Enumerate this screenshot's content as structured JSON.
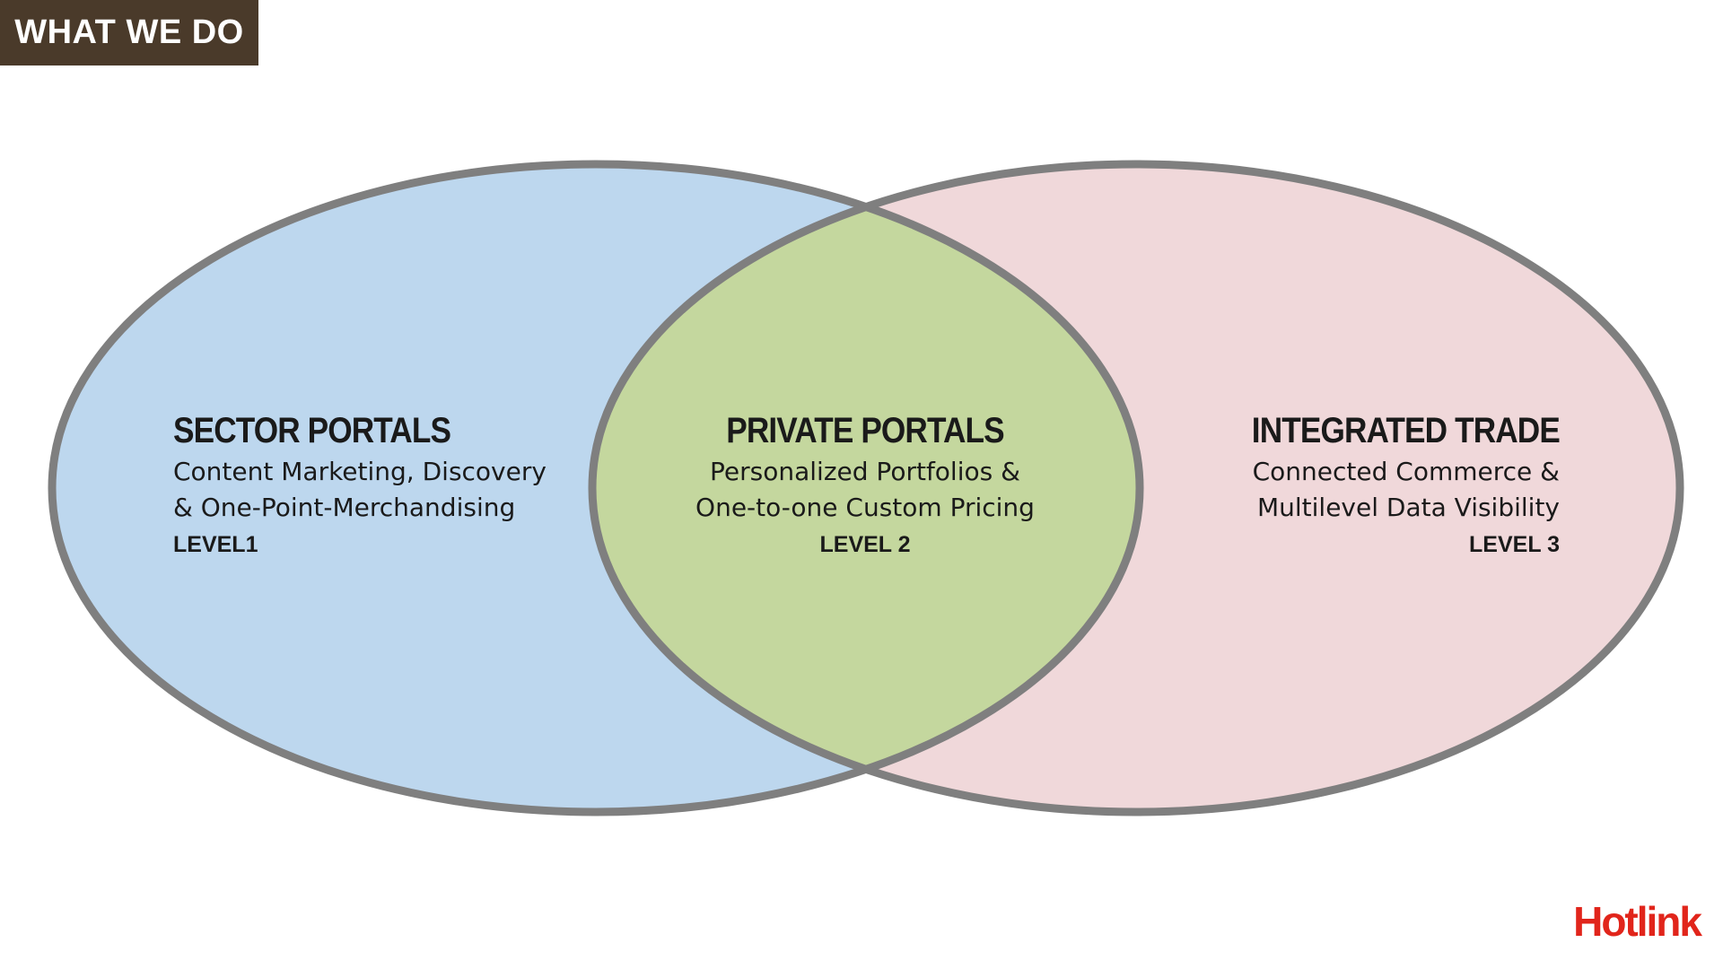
{
  "header": {
    "tag_label": "WHAT WE DO"
  },
  "colors": {
    "tag_bg": "#4a3a2a",
    "left_fill": "#bdd7ee",
    "right_fill": "#f0d8da",
    "overlap_fill": "#c4d79e",
    "outline": "#7f7f7f",
    "brand": "#e1251b"
  },
  "venn": {
    "left": {
      "title": "SECTOR PORTALS",
      "desc_line1": "Content Marketing, Discovery",
      "desc_line2": "& One-Point-Merchandising",
      "level": "LEVEL1"
    },
    "center": {
      "title": "PRIVATE PORTALS",
      "desc_line1": "Personalized Portfolios &",
      "desc_line2": "One-to-one Custom Pricing",
      "level": "LEVEL 2"
    },
    "right": {
      "title": "INTEGRATED TRADE",
      "desc_line1": "Connected Commerce &",
      "desc_line2": "Multilevel Data Visibility",
      "level": "LEVEL 3"
    }
  },
  "footer": {
    "logo_text": "Hotlink"
  }
}
